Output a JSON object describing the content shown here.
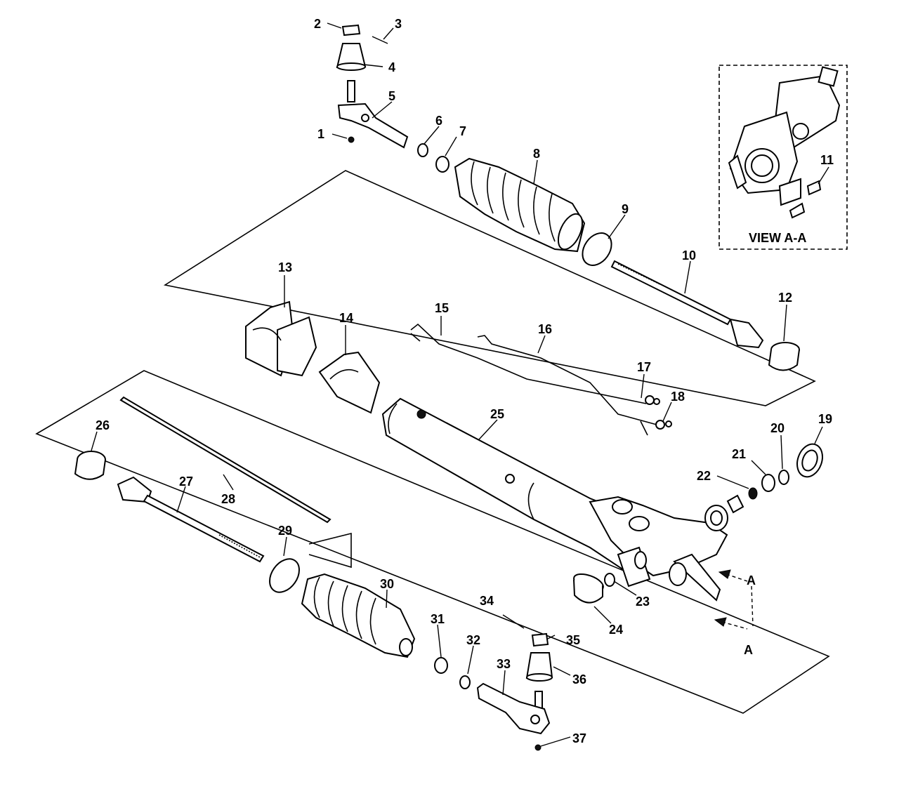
{
  "view_box": {
    "label": "VIEW A-A",
    "part_number": "11"
  },
  "section_marker": "A",
  "section_marker_lower": "A",
  "callouts": [
    {
      "id": "1",
      "text": "1"
    },
    {
      "id": "2",
      "text": "2"
    },
    {
      "id": "3",
      "text": "3"
    },
    {
      "id": "4",
      "text": "4"
    },
    {
      "id": "5",
      "text": "5"
    },
    {
      "id": "6",
      "text": "6"
    },
    {
      "id": "7",
      "text": "7"
    },
    {
      "id": "8",
      "text": "8"
    },
    {
      "id": "9",
      "text": "9"
    },
    {
      "id": "10",
      "text": "10"
    },
    {
      "id": "12",
      "text": "12"
    },
    {
      "id": "13",
      "text": "13"
    },
    {
      "id": "14",
      "text": "14"
    },
    {
      "id": "15",
      "text": "15"
    },
    {
      "id": "16",
      "text": "16"
    },
    {
      "id": "17",
      "text": "17"
    },
    {
      "id": "18",
      "text": "18"
    },
    {
      "id": "19",
      "text": "19"
    },
    {
      "id": "20",
      "text": "20"
    },
    {
      "id": "21",
      "text": "21"
    },
    {
      "id": "22",
      "text": "22"
    },
    {
      "id": "23",
      "text": "23"
    },
    {
      "id": "24",
      "text": "24"
    },
    {
      "id": "25",
      "text": "25"
    },
    {
      "id": "26",
      "text": "26"
    },
    {
      "id": "27",
      "text": "27"
    },
    {
      "id": "28",
      "text": "28"
    },
    {
      "id": "29",
      "text": "29"
    },
    {
      "id": "30",
      "text": "30"
    },
    {
      "id": "31",
      "text": "31"
    },
    {
      "id": "32",
      "text": "32"
    },
    {
      "id": "33",
      "text": "33"
    },
    {
      "id": "34",
      "text": "34"
    },
    {
      "id": "35",
      "text": "35"
    },
    {
      "id": "36",
      "text": "36"
    },
    {
      "id": "37",
      "text": "37"
    }
  ]
}
